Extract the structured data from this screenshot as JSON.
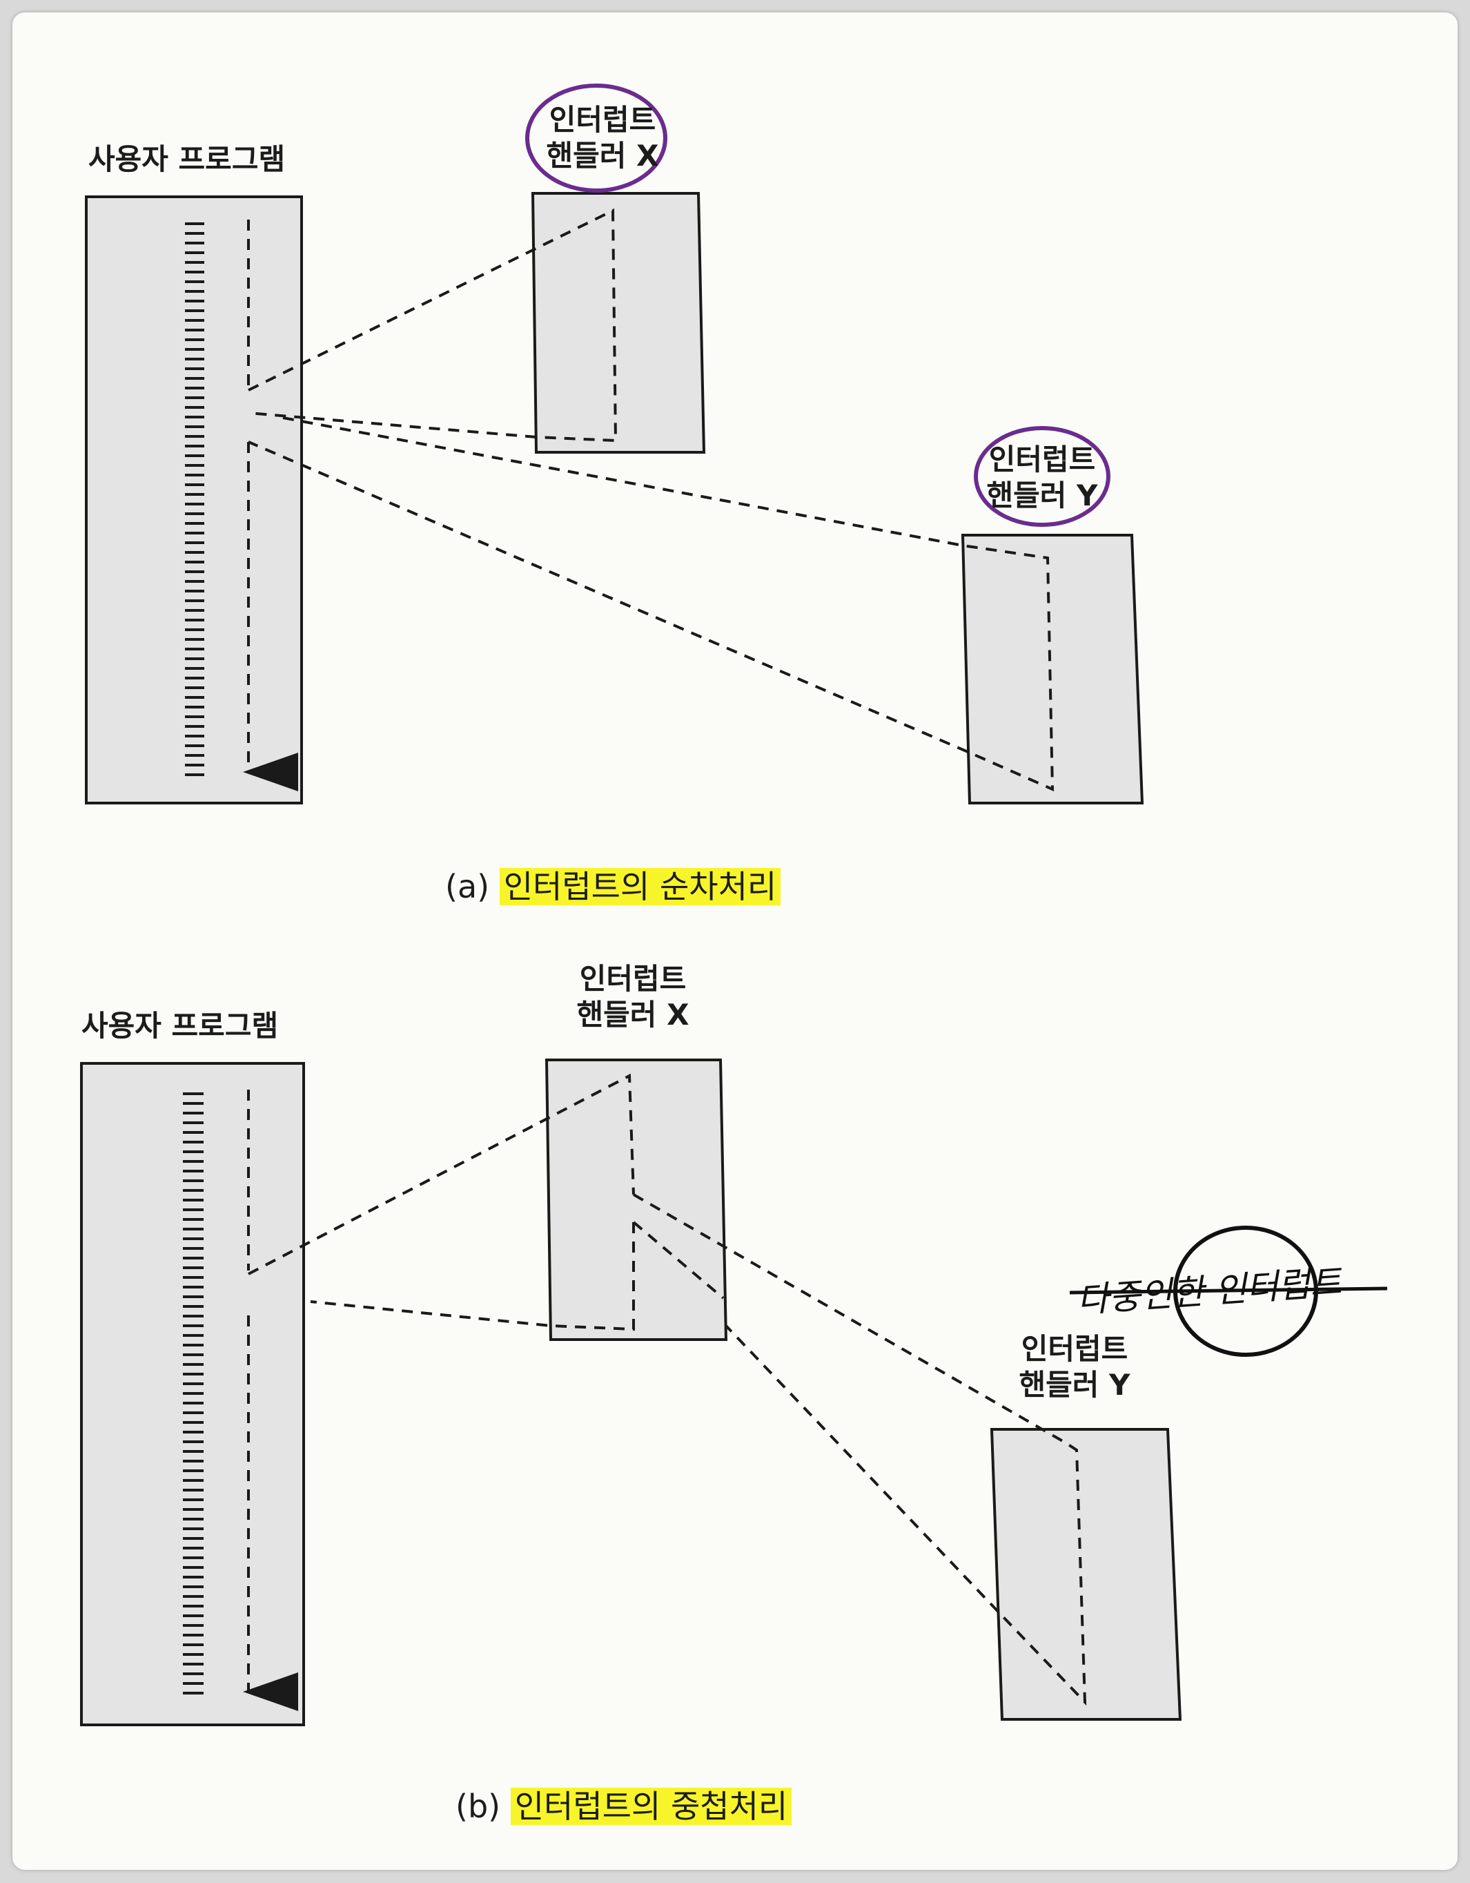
{
  "panel_a": {
    "program_title": "사용자 프로그램",
    "handler_x_line1": "인터럽트",
    "handler_x_line2": "핸들러 X",
    "handler_y_line1": "인터럽트",
    "handler_y_line2": "핸들러 Y",
    "caption_prefix": "(a)",
    "caption_text": "인터럽트의 순차처리"
  },
  "panel_b": {
    "program_title": "사용자 프로그램",
    "handler_x_line1": "인터럽트",
    "handler_x_line2": "핸들러 X",
    "handler_y_line1": "인터럽트",
    "handler_y_line2": "핸들러 Y",
    "caption_prefix": "(b)",
    "caption_text": "인터럽트의 중첩처리",
    "handwritten_note": "다중인한 인터럽트"
  },
  "colors": {
    "box_fill": "#e4e4e4",
    "highlight": "#f7f52a",
    "annotation_circle": "#6a2c8e",
    "stroke": "#1a1a1a"
  }
}
